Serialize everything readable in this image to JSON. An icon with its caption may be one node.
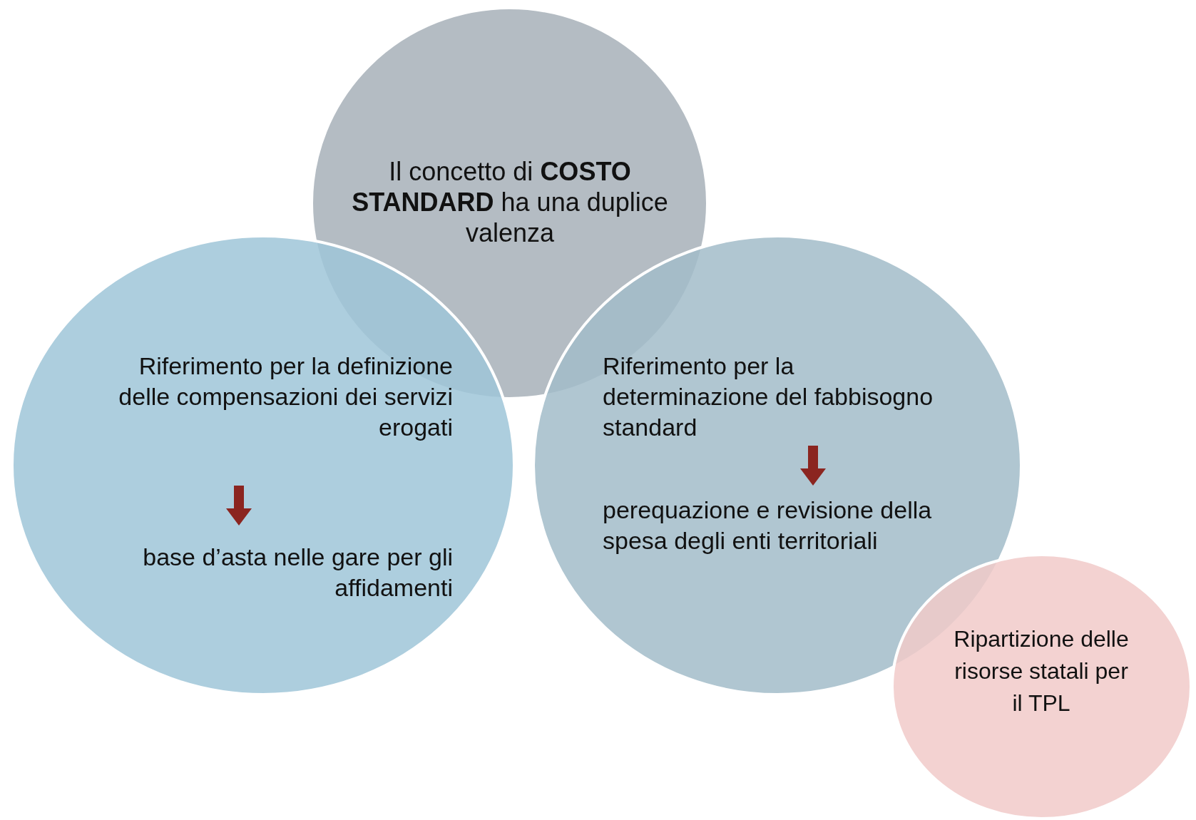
{
  "diagram": {
    "nodes": [
      {
        "text": [
          "Il concetto di **COSTO STANDARD** ha una duplice valenza"
        ]
      },
      {
        "text": [
          "Riferimento per la definizione delle compensazioni dei servizi erogati",
          "base d’asta nelle gare per gli affidamenti"
        ]
      },
      {
        "text": [
          "Riferimento per la determinazione del fabbisogno standard",
          "perequazione e revisione della spesa degli enti territoriali"
        ]
      },
      {
        "text": [
          "Ripartizione delle risorse statali per il TPL"
        ]
      }
    ]
  }
}
